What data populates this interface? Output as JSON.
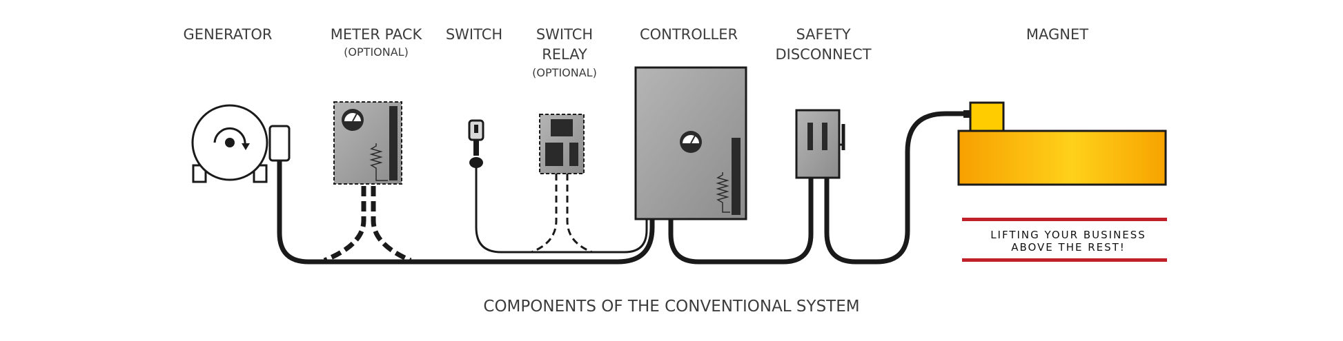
{
  "labels": {
    "generator": "GENERATOR",
    "meter_pack": "METER PACK",
    "meter_pack_note": "(OPTIONAL)",
    "switch": "SWITCH",
    "switch_relay_line1": "SWITCH",
    "switch_relay_line2": "RELAY",
    "switch_relay_note": "(OPTIONAL)",
    "controller": "CONTROLLER",
    "safety_line1": "SAFETY",
    "safety_line2": "DISCONNECT",
    "magnet": "MAGNET"
  },
  "slogan": {
    "line1": "LIFTING YOUR BUSINESS",
    "line2": "ABOVE THE REST!"
  },
  "caption": "COMPONENTS OF THE CONVENTIONAL SYSTEM",
  "colors": {
    "box_gray": "#9a9a9a",
    "dark": "#2a2a2a",
    "magnet_orange": "#f7a300",
    "magnet_yellow": "#ffd21a",
    "slogan_red": "#c0202a"
  },
  "icons": [
    "rotation-arrow-icon",
    "gauge-icon",
    "heater-coil-icon",
    "toggle-switch-icon",
    "relay-icon"
  ]
}
